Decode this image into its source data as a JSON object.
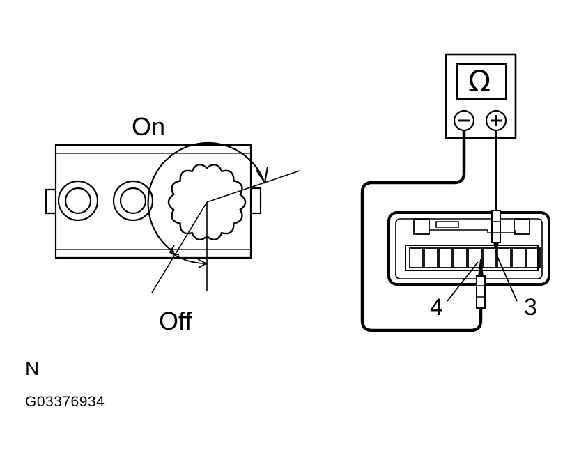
{
  "switch_diagram": {
    "on_label": "On",
    "off_label": "Off"
  },
  "ohmmeter": {
    "symbol": "Ω",
    "negative_terminal_icon": "minus-icon",
    "positive_terminal_icon": "plus-icon"
  },
  "connector": {
    "terminal_left_label": "4",
    "terminal_right_label": "3"
  },
  "caption": {
    "letter": "N",
    "code": "G03376934"
  }
}
